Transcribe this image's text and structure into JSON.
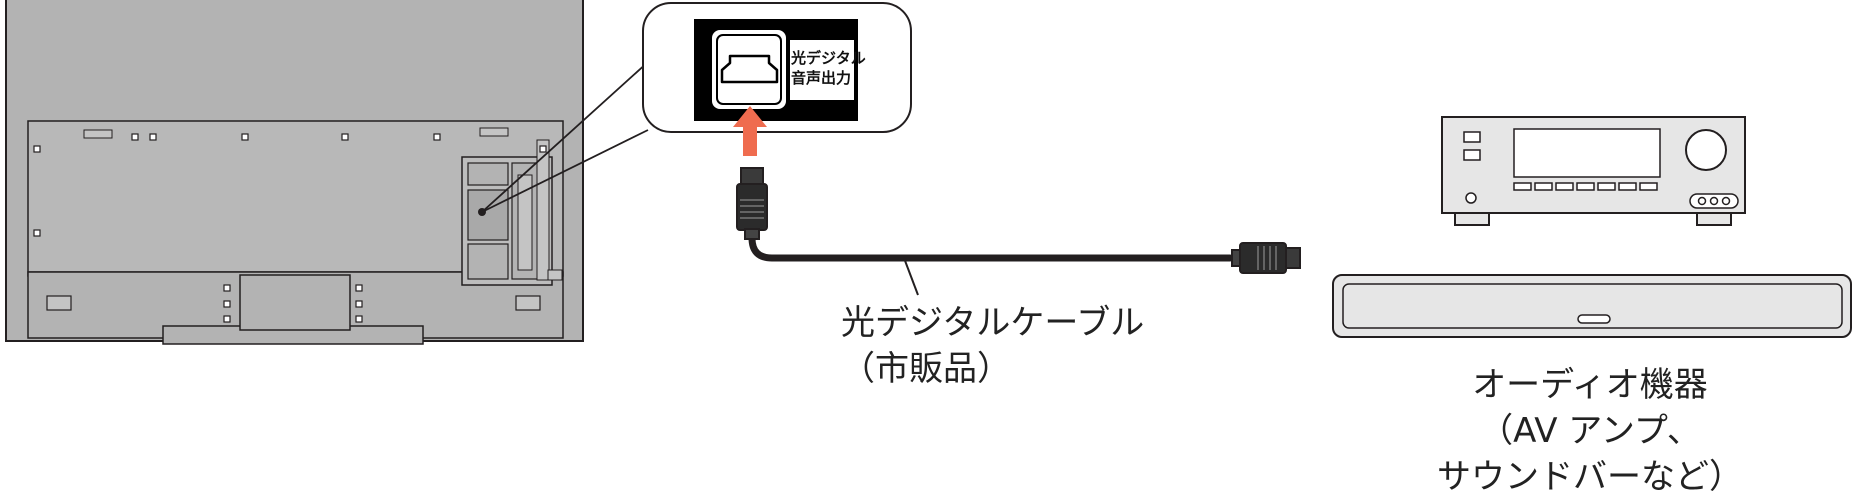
{
  "callout": {
    "port_label_line1": "光デジタル",
    "port_label_line2": "音声出力"
  },
  "cable": {
    "label_line1": "光デジタルケーブル",
    "label_line2": "（市販品）"
  },
  "audio_device": {
    "label_line1": "オーディオ機器",
    "label_line2": "（AV アンプ、",
    "label_line3": "サウンドバーなど）"
  },
  "colors": {
    "tv_body": "#b3b3b3",
    "outline": "#231f20",
    "arrow": "#ef6c4f",
    "device_fill": "#e6e6e6"
  }
}
